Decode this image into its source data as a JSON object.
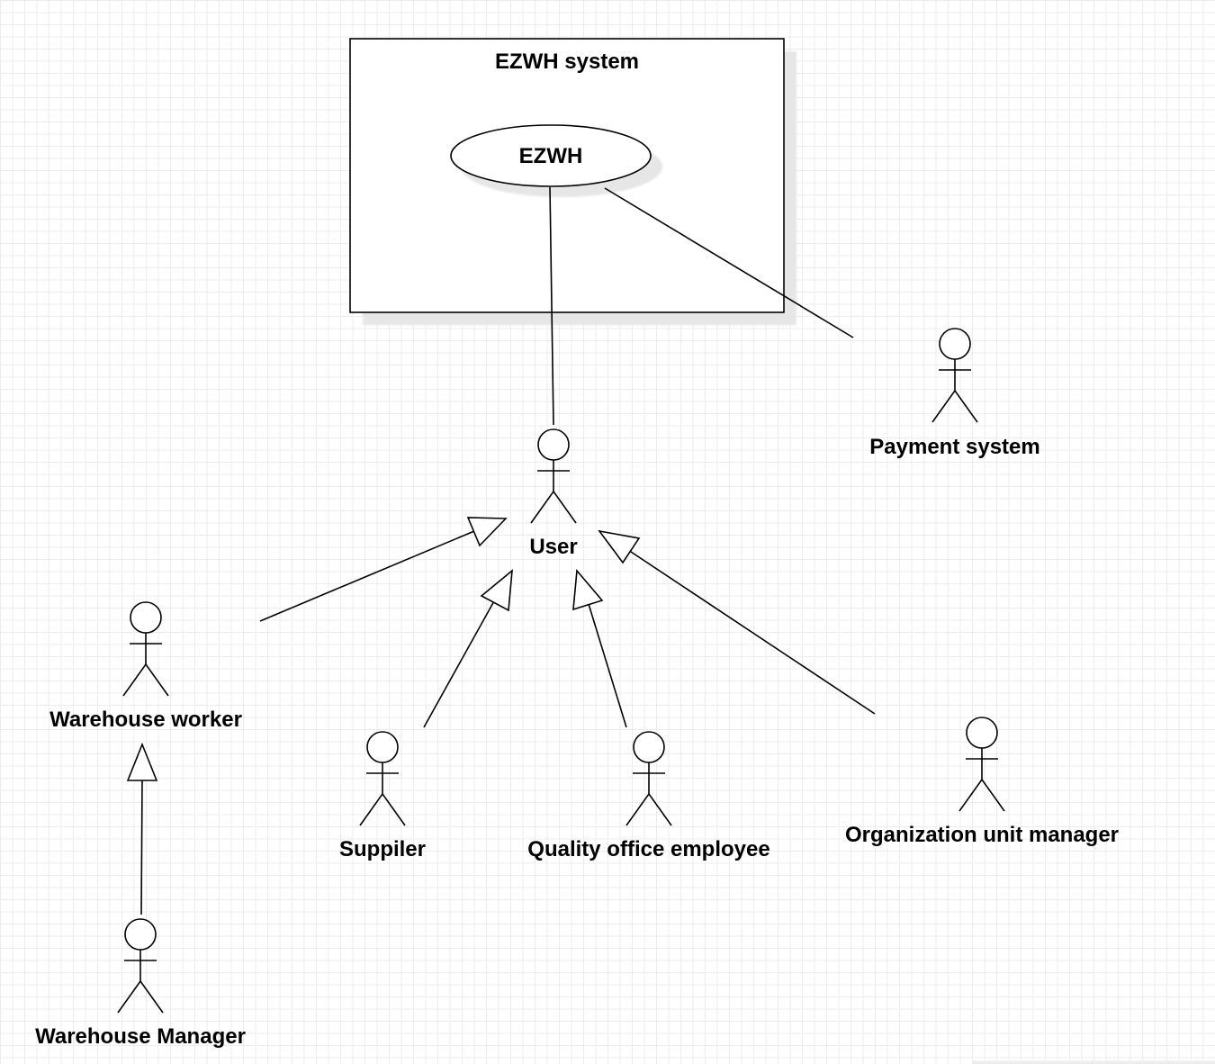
{
  "diagram": {
    "system_boundary": {
      "title": "EZWH system"
    },
    "use_case": {
      "label": "EZWH"
    },
    "actors": {
      "user": "User",
      "payment_system": "Payment system",
      "warehouse_worker": "Warehouse worker",
      "supplier": "Suppiler",
      "quality_office_employee": "Quality office employee",
      "organization_unit_manager": "Organization unit manager",
      "warehouse_manager": "Warehouse Manager"
    }
  }
}
